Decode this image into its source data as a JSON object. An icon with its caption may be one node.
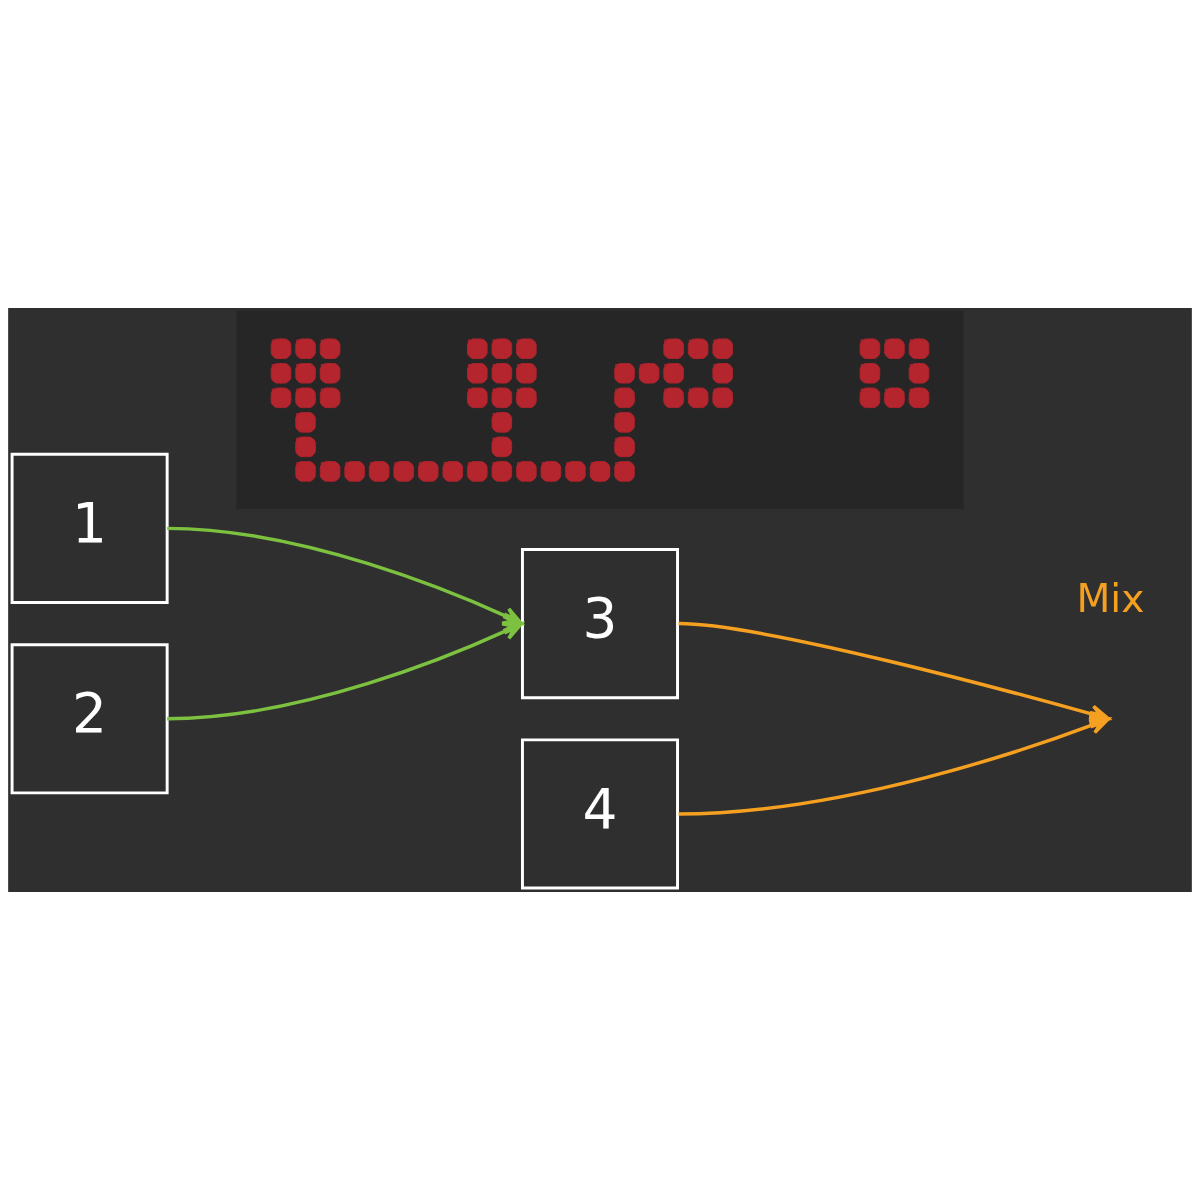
{
  "diagram": {
    "nodes": [
      {
        "text": [],
        "shape": "picture"
      },
      {
        "text": [
          "1"
        ]
      },
      {
        "text": [
          "2"
        ]
      },
      {
        "text": [
          "3"
        ]
      },
      {
        "text": [
          "4"
        ]
      }
    ],
    "edges": [
      {
        "from": 1,
        "to": 3,
        "arrow": "to",
        "color": "#7cc13f"
      },
      {
        "from": 2,
        "to": 3,
        "arrow": "to",
        "color": "#7cc13f"
      },
      {
        "from": 3,
        "to": null,
        "arrow": "to",
        "color": "#f5a021"
      },
      {
        "from": 4,
        "to": null,
        "arrow": "to",
        "color": "#f5a021"
      }
    ],
    "labels": [
      "Mix"
    ]
  }
}
